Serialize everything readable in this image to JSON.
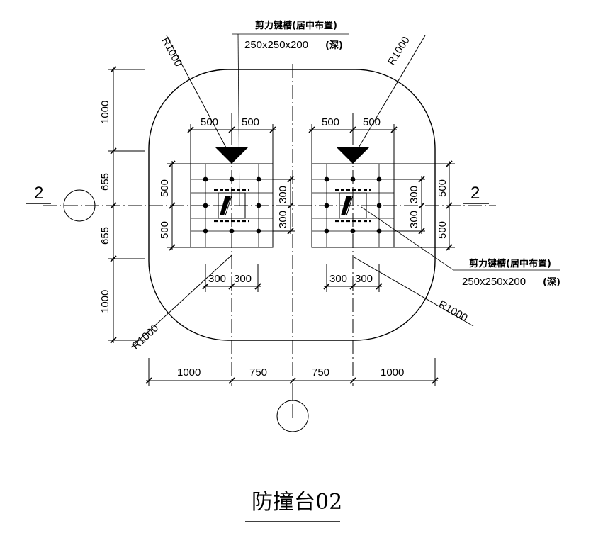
{
  "title": "防撞台02",
  "section_mark": "2",
  "note": {
    "label": "剪力键槽(居中布置)",
    "size": "250x250x200",
    "depth": "(深)"
  },
  "radius_label": "R1000",
  "dims": {
    "d500": "500",
    "d300": "300",
    "d655": "655",
    "d1000": "1000",
    "d750": "750"
  }
}
